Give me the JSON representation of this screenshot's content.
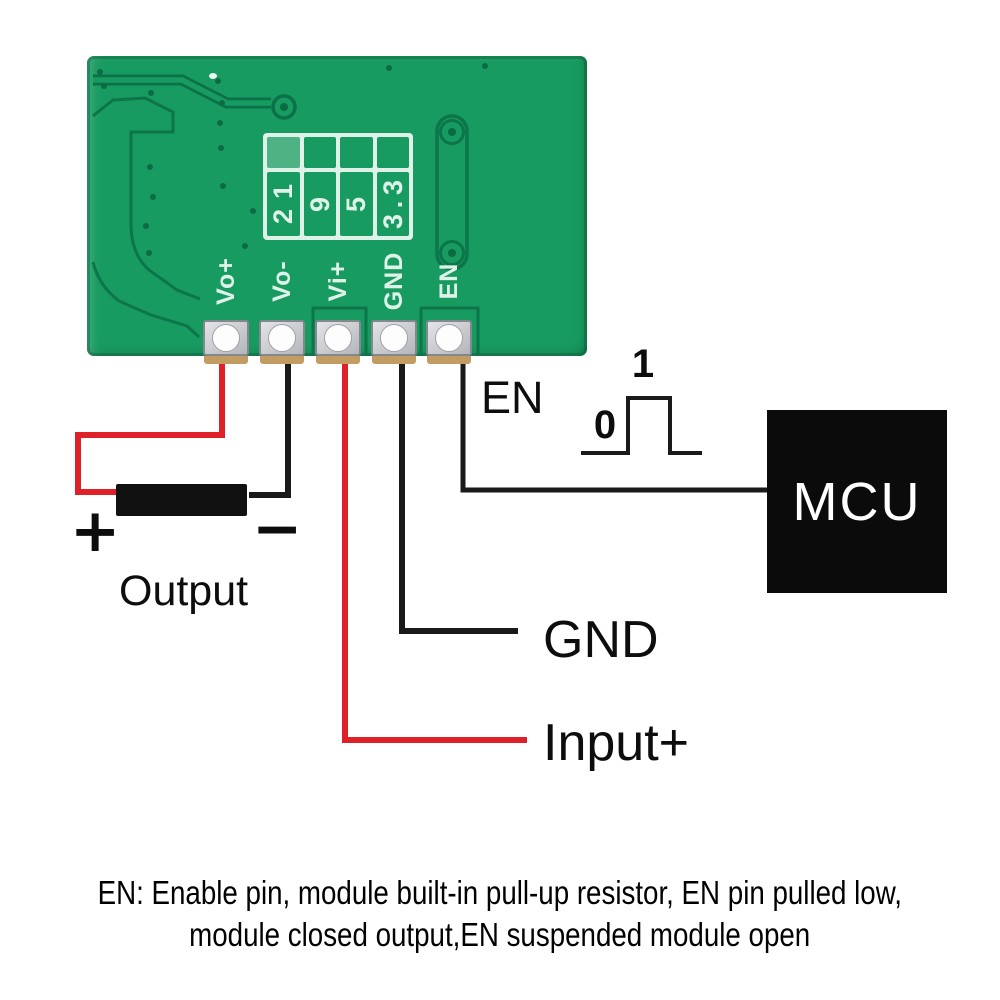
{
  "pcb": {
    "board_color": "#189b61",
    "silkscreen_color": "#dff2ea",
    "voltage_options": [
      "12",
      "9",
      "5",
      "3.3"
    ],
    "pin_labels": [
      "Vo+",
      "Vo-",
      "Vi+",
      "GND",
      "EN"
    ]
  },
  "wiring": {
    "output_section": {
      "plus_sign": "+",
      "minus_sign": "−",
      "label": "Output"
    },
    "enable_section": {
      "en_label": "EN",
      "pulse_low": "0",
      "pulse_high": "1",
      "mcu_label": "MCU"
    },
    "gnd_label": "GND",
    "input_label": "Input+",
    "wire_red": "#de2128",
    "wire_black": "#1a1a1a"
  },
  "footnote": {
    "line1": "EN: Enable pin, module built-in pull-up resistor, EN pin pulled low,",
    "line2": "module closed output,EN suspended module open"
  }
}
